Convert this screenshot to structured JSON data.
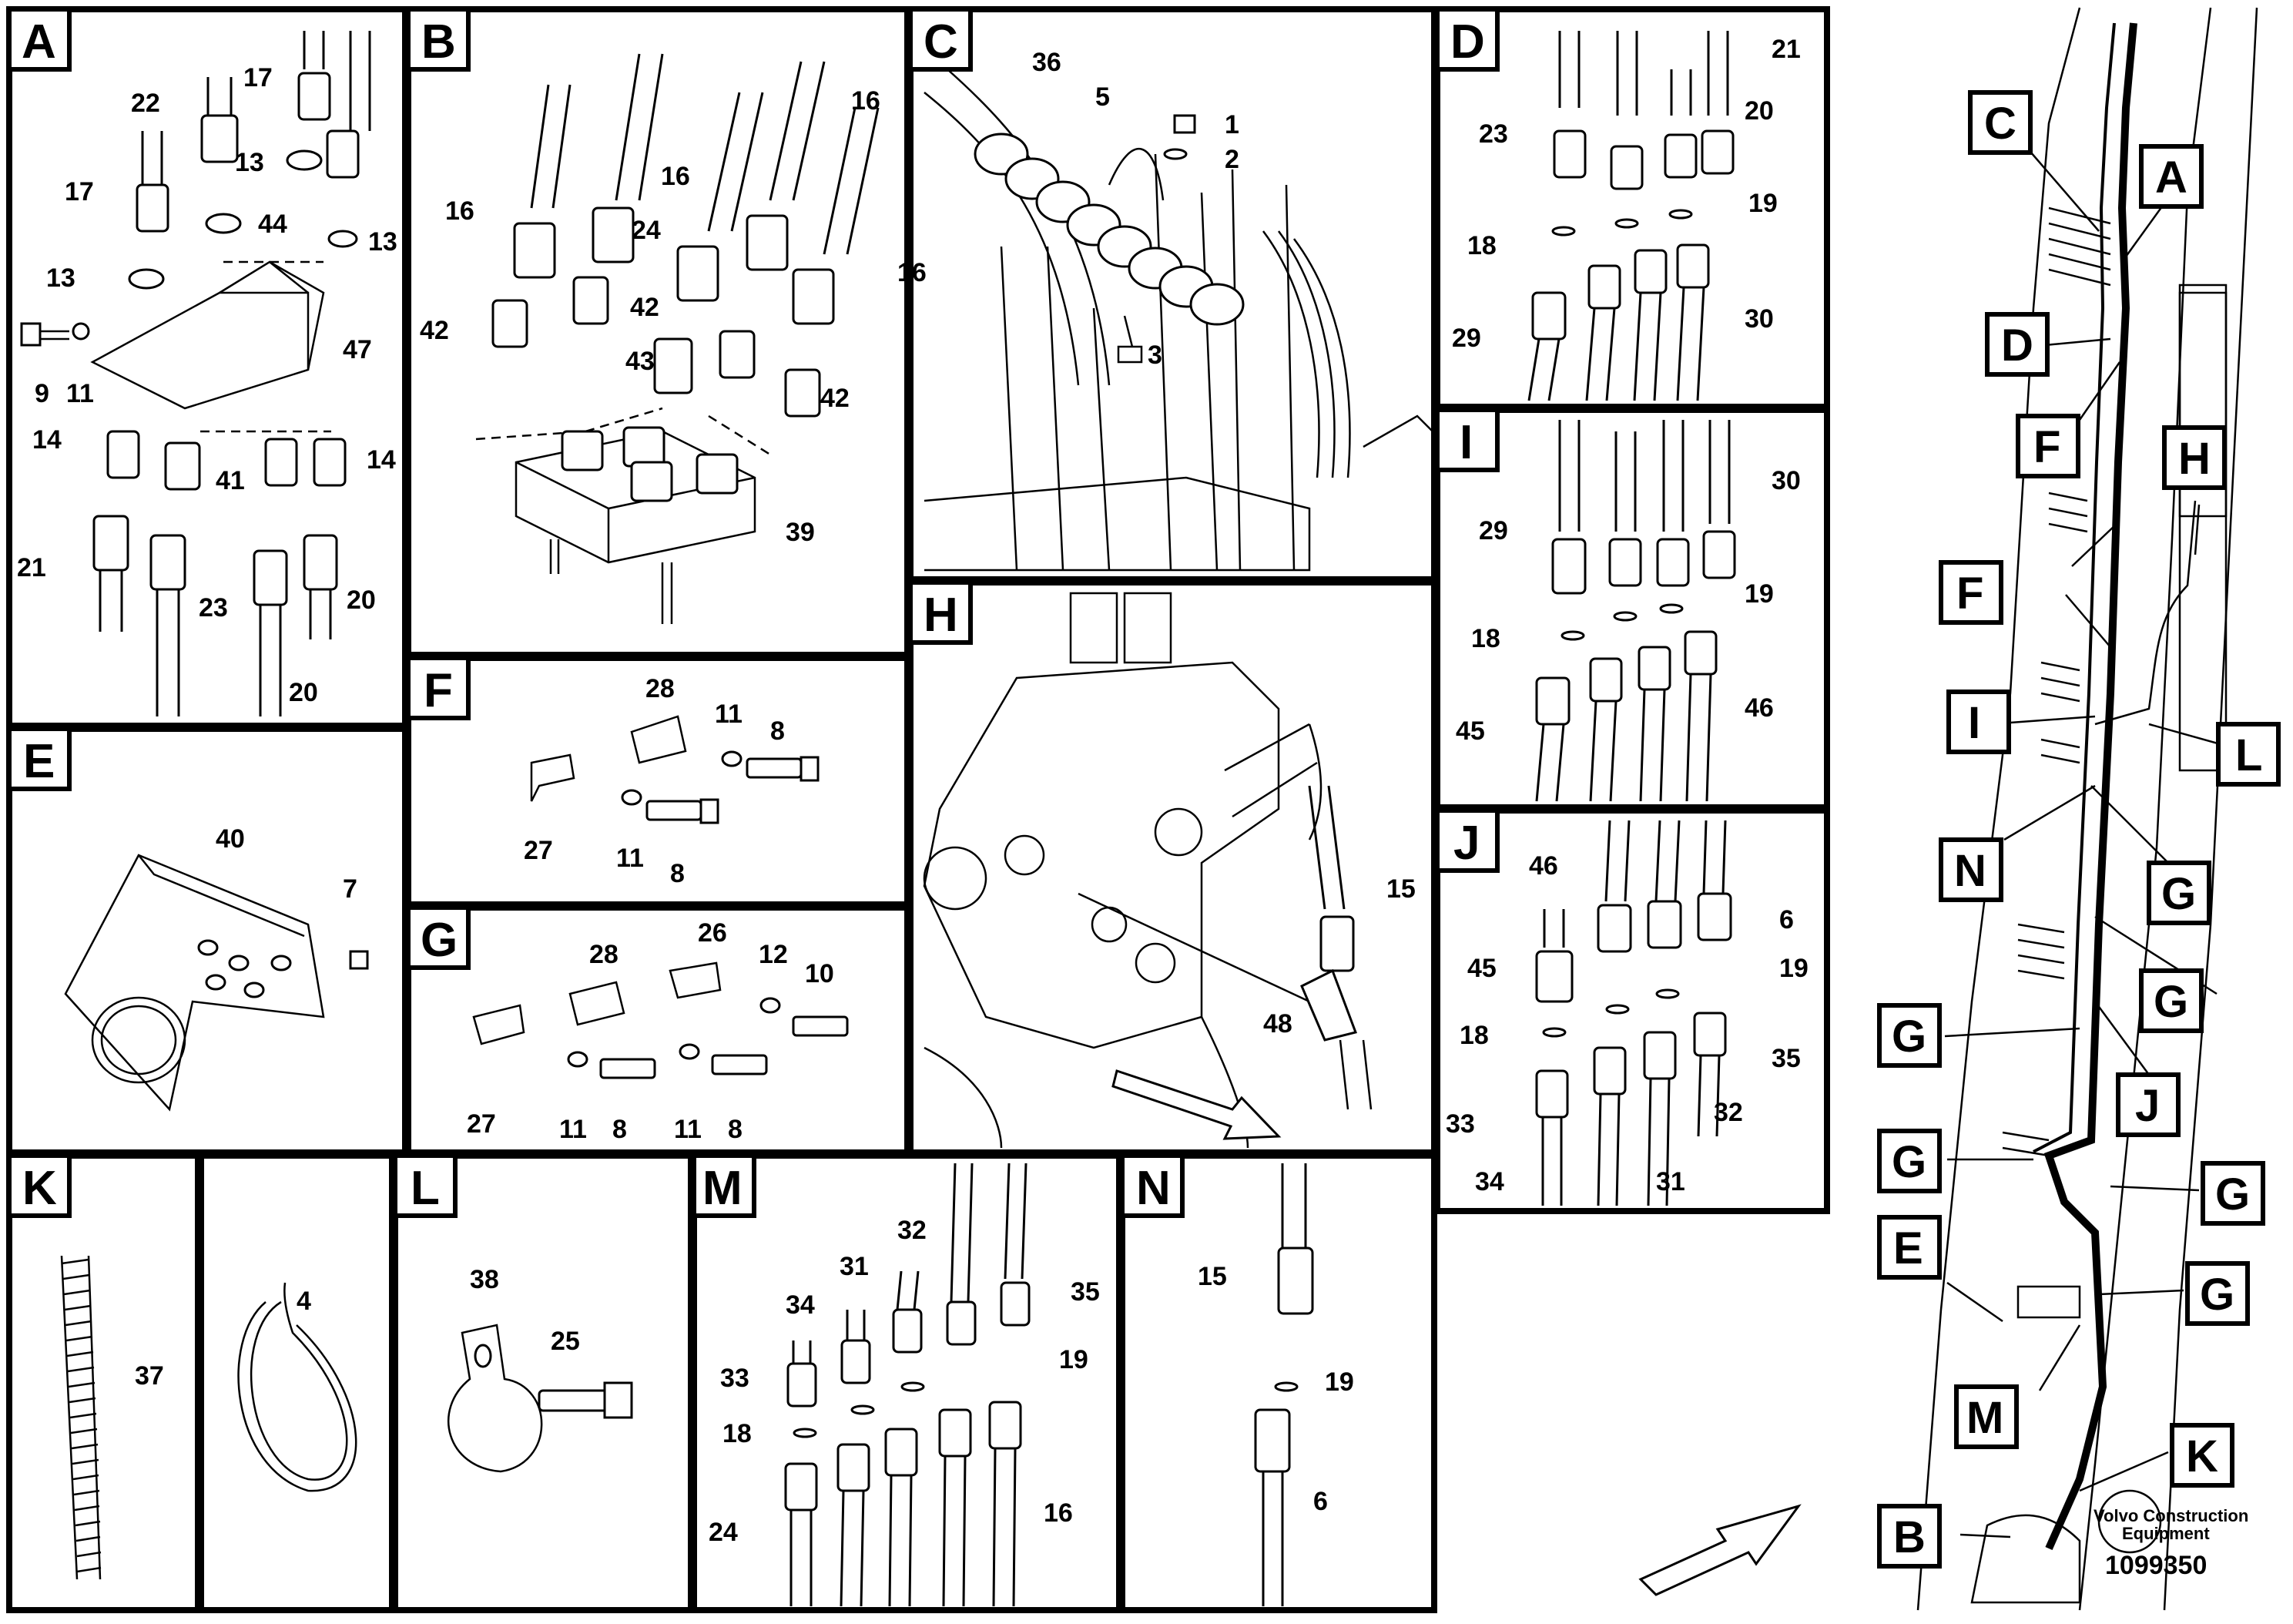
{
  "panels": {
    "A": {
      "tag": "A",
      "labels": [
        "22",
        "17",
        "17",
        "13",
        "44",
        "13",
        "13",
        "47",
        "9",
        "11",
        "14",
        "41",
        "14",
        "21",
        "23",
        "20",
        "20"
      ]
    },
    "B": {
      "tag": "B",
      "labels": [
        "16",
        "16",
        "16",
        "24",
        "16",
        "42",
        "42",
        "43",
        "42",
        "39"
      ]
    },
    "C": {
      "tag": "C",
      "labels": [
        "36",
        "5",
        "1",
        "2",
        "3"
      ]
    },
    "D": {
      "tag": "D",
      "labels": [
        "21",
        "23",
        "20",
        "19",
        "18",
        "29",
        "30"
      ]
    },
    "E": {
      "tag": "E",
      "labels": [
        "40",
        "7"
      ]
    },
    "F": {
      "tag": "F",
      "labels": [
        "28",
        "11",
        "8",
        "27",
        "11",
        "8"
      ]
    },
    "G": {
      "tag": "G",
      "labels": [
        "28",
        "26",
        "12",
        "10",
        "27",
        "11",
        "8",
        "11",
        "8"
      ]
    },
    "H": {
      "tag": "H",
      "labels": [
        "15",
        "48"
      ]
    },
    "I": {
      "tag": "I",
      "labels": [
        "30",
        "29",
        "19",
        "18",
        "45",
        "46"
      ]
    },
    "J": {
      "tag": "J",
      "labels": [
        "46",
        "6",
        "45",
        "19",
        "18",
        "35",
        "33",
        "32",
        "34",
        "31"
      ]
    },
    "K": {
      "tag": "K",
      "labels": [
        "37"
      ]
    },
    "K2": {
      "labels": [
        "4"
      ]
    },
    "L": {
      "tag": "L",
      "labels": [
        "38",
        "25"
      ]
    },
    "M": {
      "tag": "M",
      "labels": [
        "32",
        "31",
        "35",
        "34",
        "33",
        "19",
        "18",
        "24",
        "16"
      ]
    },
    "N": {
      "tag": "N",
      "labels": [
        "15",
        "19",
        "6"
      ]
    }
  },
  "overview": {
    "callouts": [
      "C",
      "A",
      "D",
      "F",
      "H",
      "F",
      "I",
      "L",
      "N",
      "G",
      "G",
      "G",
      "J",
      "G",
      "G",
      "E",
      "G",
      "M",
      "K",
      "B"
    ]
  },
  "footer": {
    "brand_line1": "Volvo Construction",
    "brand_line2": "Equipment",
    "doc_number": "1099350"
  }
}
